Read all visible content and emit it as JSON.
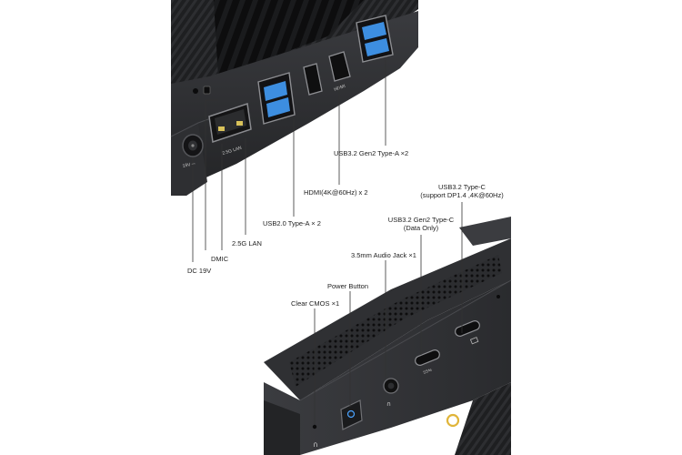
{
  "labels": {
    "usb32_gen2_a": "USB3.2 Gen2 Type-A ×2",
    "hdmi": "HDMI(4K@60Hz) x 2",
    "usb20_a": "USB2.0 Type-A × 2",
    "lan": "2.5G LAN",
    "dmic": "DMIC",
    "dc": "DC 19V",
    "usb32_c_dp_line1": "USB3.2 Type-C",
    "usb32_c_dp_line2": "(support DP1.4 ,4K@60Hz)",
    "usb32_gen2_c_line1": "USB3.2 Gen2 Type-C",
    "usb32_gen2_c_line2": "(Data Only)",
    "audio_jack": "3.5mm Audio Jack ×1",
    "power_button": "Power Button",
    "clear_cmos": "Clear CMOS ×1"
  },
  "port_markings": {
    "lan": "2.5G LAN",
    "hdmi": "HDMI",
    "dc": "19V ⎓"
  },
  "colors": {
    "chassis": "#2a2b2e",
    "chassis_dark": "#1b1c1e",
    "usb3_blue": "#3d8ee0",
    "accent_gold": "#e0b53a",
    "power_led": "#4aa3ff",
    "leader_line": "#333333"
  }
}
